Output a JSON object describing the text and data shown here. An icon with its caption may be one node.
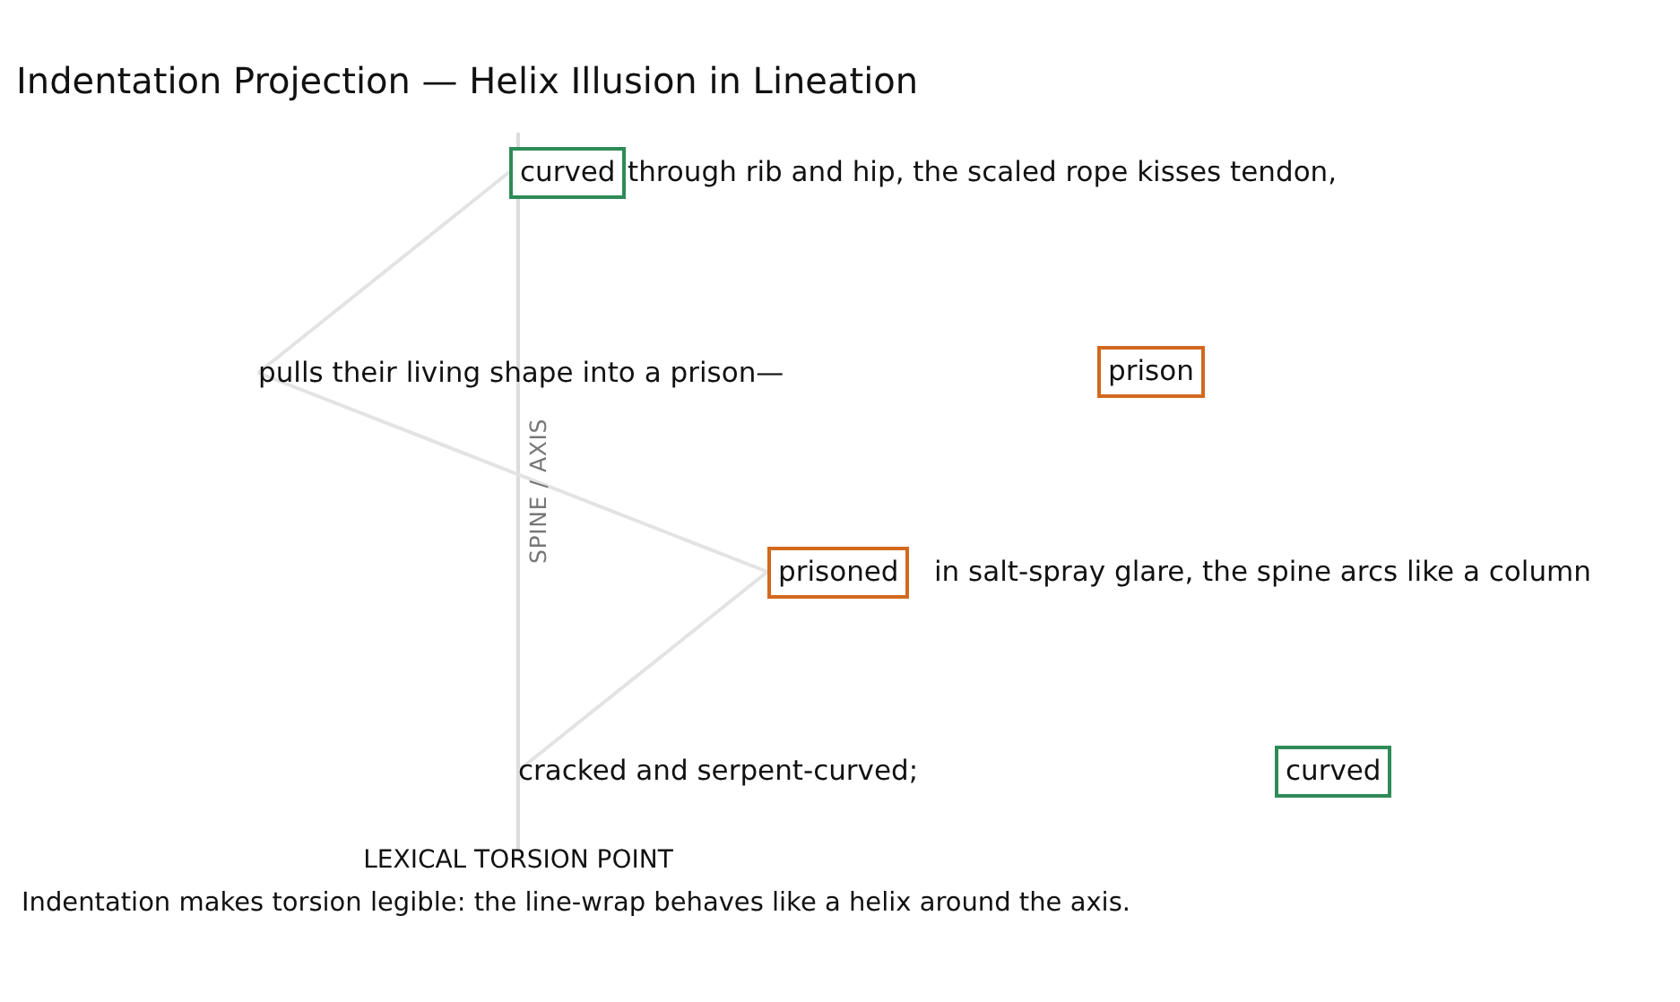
{
  "diagram": {
    "title": "Indentation Projection — Helix Illusion in Lineation",
    "caption": "Indentation makes torsion legible: the line-wrap behaves like a helix around the axis.",
    "nodes": [
      {
        "text": [
          "curved"
        ],
        "beside": [
          "through rib and hip, the scaled rope kisses tendon,"
        ]
      },
      {
        "text": [
          "pulls their living shape into a prison—"
        ]
      },
      {
        "text": [
          "prison"
        ]
      },
      {
        "text": [
          "prisoned"
        ],
        "beside": [
          "in salt-spray glare, the spine arcs like a column"
        ]
      },
      {
        "text": [
          "cracked and serpent-curved;"
        ]
      },
      {
        "text": [
          "curved"
        ]
      }
    ],
    "edges": [
      {
        "from": 0,
        "to": 1,
        "arrow": "none"
      },
      {
        "from": 1,
        "to": 3,
        "arrow": "none"
      },
      {
        "from": 3,
        "to": 4,
        "arrow": "none"
      }
    ],
    "labels": [
      "SPINE / AXIS",
      "LEXICAL TORSION POINT"
    ]
  }
}
